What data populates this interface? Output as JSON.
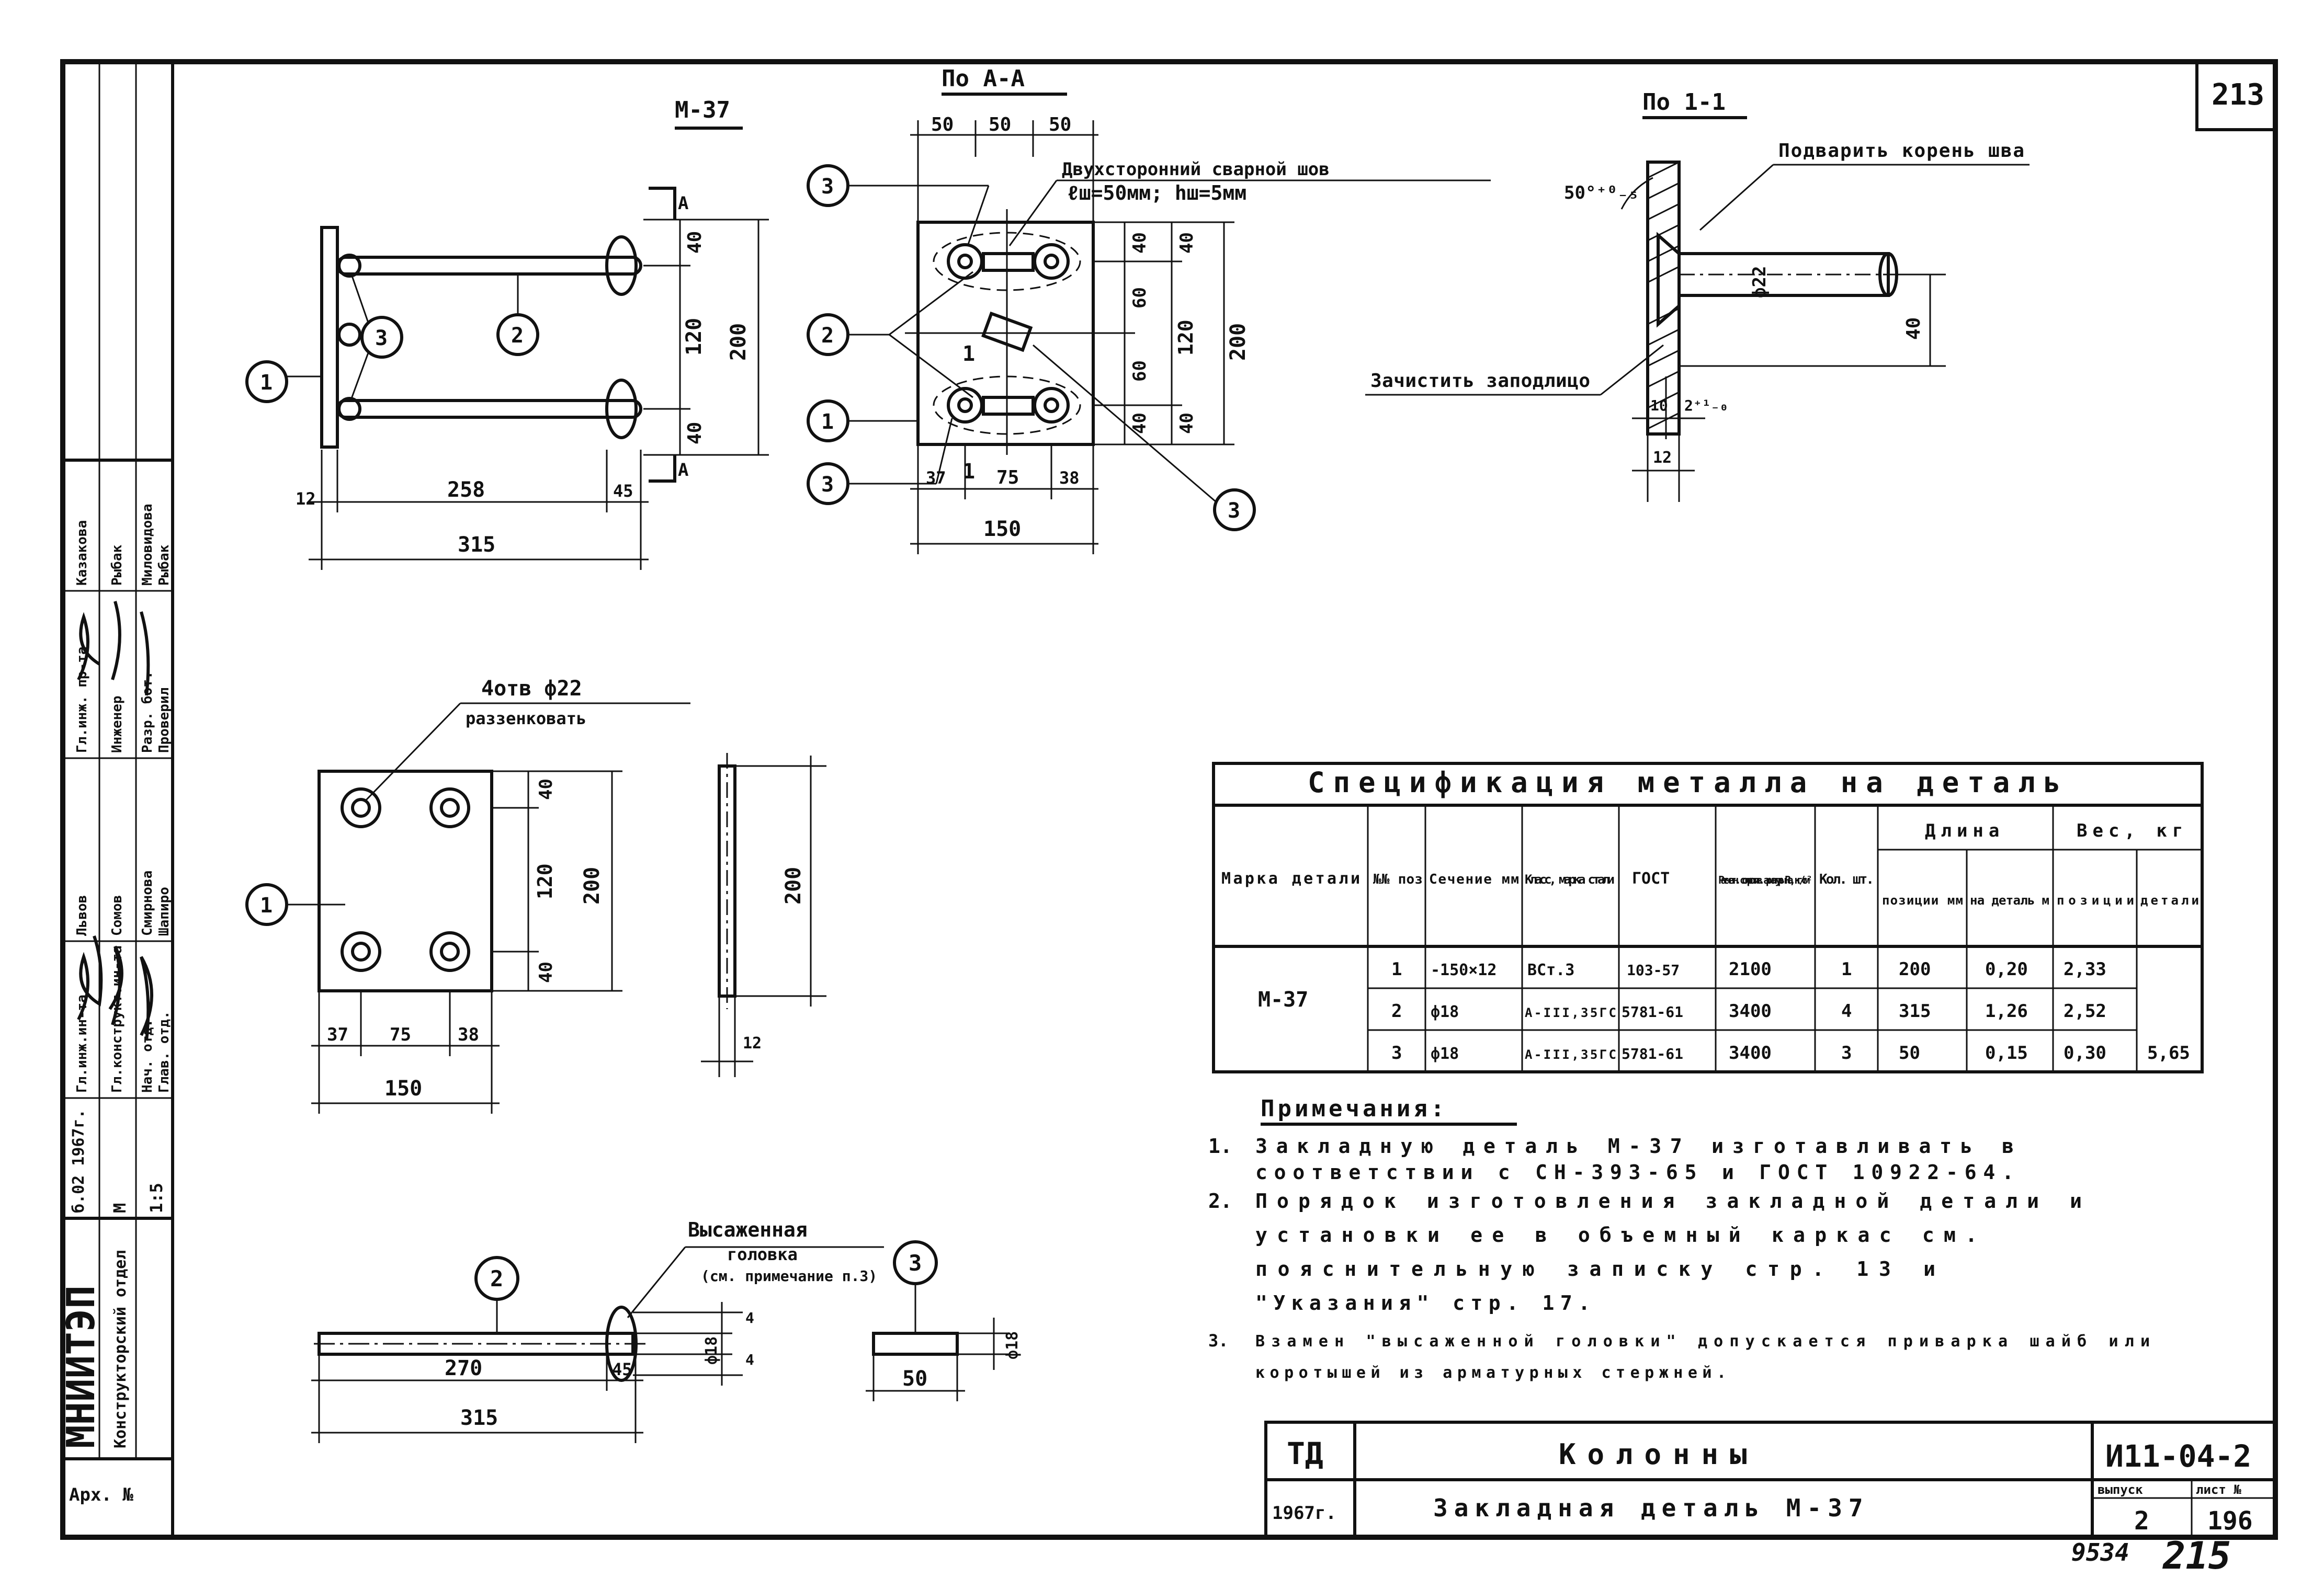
{
  "sheet": {
    "sheet_number": "213",
    "page_number_handwritten": "215",
    "inventory_number_handwritten": "9534"
  },
  "side_stamp": {
    "org": "МНИИТЭП",
    "dept": "Конструкторский отдел",
    "date": "б.02 1967г.",
    "scale_label": "М",
    "scale": "1:5",
    "archive": "Арх. №",
    "rows": [
      {
        "role": "Гл.инж.ин-та",
        "name": "Львов"
      },
      {
        "role": "Гл.конструкт.ин-та",
        "name": "Сомов"
      },
      {
        "role": "Нач. отд.",
        "name": "Смирнова"
      },
      {
        "role": "Глав. отд.",
        "name": "Шапиро"
      },
      {
        "role": "Гл.инж. пр-та",
        "name": "Казакова"
      },
      {
        "role": "Инженер",
        "name": "Рыбак"
      },
      {
        "role": "Разр. бот.",
        "name": "Миловидова"
      },
      {
        "role": "Проверил",
        "name": "Рыбак"
      }
    ]
  },
  "views": {
    "m37": {
      "title": "М-37",
      "section_marker": "А",
      "dims": {
        "h1": "40",
        "h2": "120",
        "h3": "40",
        "total_h": "200",
        "len1": "258",
        "len2": "45",
        "thick": "12",
        "total": "315"
      },
      "callouts": [
        "1",
        "2",
        "3"
      ]
    },
    "section_aa": {
      "title": "По А-А",
      "weld_note": "Двухсторонний сварной шов",
      "weld_params": "ℓш=50мм; hш=5мм",
      "dims_top": [
        "50",
        "50",
        "50"
      ],
      "dims_right_a": [
        "40",
        "60",
        "60",
        "40"
      ],
      "dims_right_b": [
        "40",
        "120",
        "40"
      ],
      "total_h": "200",
      "dims_bottom": [
        "37",
        "75",
        "38"
      ],
      "total_w": "150",
      "callouts": [
        "3",
        "2",
        "1",
        "3",
        "3"
      ],
      "marker": "1"
    },
    "section_11": {
      "title": "По 1-1",
      "angle": "50°⁺⁰₋₅",
      "weld_root": "Подварить корень шва",
      "clean": "Зачистить заподлицо",
      "dia": "ф22",
      "dim_v": "40",
      "dim_a": "10",
      "dim_b": "2⁺¹₋₀",
      "dim_c": "12"
    },
    "plate": {
      "hole_note": "4отв ф22",
      "countersink": "раззенковать",
      "callout": "1",
      "dims_v": [
        "40",
        "120",
        "40"
      ],
      "total_v": "200",
      "dims_h": [
        "37",
        "75",
        "38"
      ],
      "total_h": "150",
      "side_h": "200",
      "side_t": "12"
    },
    "bar": {
      "callout": "2",
      "head_label": "Высаженная",
      "head_label2": "головка",
      "head_note": "(см. примечание п.3)",
      "len1": "270",
      "len2": "45",
      "total": "315",
      "dia": "ф18",
      "d4a": "4",
      "d4b": "4"
    },
    "washer": {
      "callout": "3",
      "len": "50",
      "dia": "ф18"
    }
  },
  "spec_table": {
    "title": "Спецификация металла на деталь",
    "headers": {
      "mark": "Марка детали",
      "pos": "№№ поз",
      "section": "Сечение мм",
      "steel": "Класс, марка стали",
      "gost": "ГОСТ",
      "resist": "Расчетн. сопротив. арматуры Ra, кг/см²",
      "qty": "Кол. шт.",
      "length": "Длина",
      "len_pos": "позиции мм",
      "len_det": "на деталь м",
      "weight": "Вес, кг",
      "w_pos": "позиции",
      "w_det": "детали"
    },
    "mark_value": "М-37",
    "rows": [
      {
        "pos": "1",
        "section": "-150×12",
        "steel": "ВСт.3",
        "gost": "103-57",
        "resist": "2100",
        "qty": "1",
        "len_pos": "200",
        "len_det": "0,20",
        "w_pos": "2,33"
      },
      {
        "pos": "2",
        "section": "ф18",
        "steel": "А-III,35ГС",
        "gost": "5781-61",
        "resist": "3400",
        "qty": "4",
        "len_pos": "315",
        "len_det": "1,26",
        "w_pos": "2,52"
      },
      {
        "pos": "3",
        "section": "ф18",
        "steel": "А-III,35ГС",
        "gost": "5781-61",
        "resist": "3400",
        "qty": "3",
        "len_pos": "50",
        "len_det": "0,15",
        "w_pos": "0,30"
      }
    ],
    "total_weight": "5,65"
  },
  "notes": {
    "title": "Примечания:",
    "items": [
      {
        "n": "1.",
        "lines": [
          "Закладную деталь М-37 изготавливать в",
          "соответствии с СН-393-65 и ГОСТ 10922-64."
        ]
      },
      {
        "n": "2.",
        "lines": [
          "Порядок изготовления закладной детали и",
          "установки ее в объемный каркас см.",
          "пояснительную записку стр. 13 и",
          "\"Указания\" стр. 17."
        ]
      },
      {
        "n": "3.",
        "lines": [
          "Взамен \"высаженной головки\" допускается приварка шайб или",
          "коротышей из арматурных стержней."
        ]
      }
    ]
  },
  "title_block": {
    "td": "ТД",
    "year": "1967г.",
    "title1": "Колонны",
    "title2": "Закладная деталь М-37",
    "code": "И11-04-2",
    "issue_label": "выпуск",
    "sheet_label": "лист №",
    "issue": "2",
    "sheet": "196"
  }
}
